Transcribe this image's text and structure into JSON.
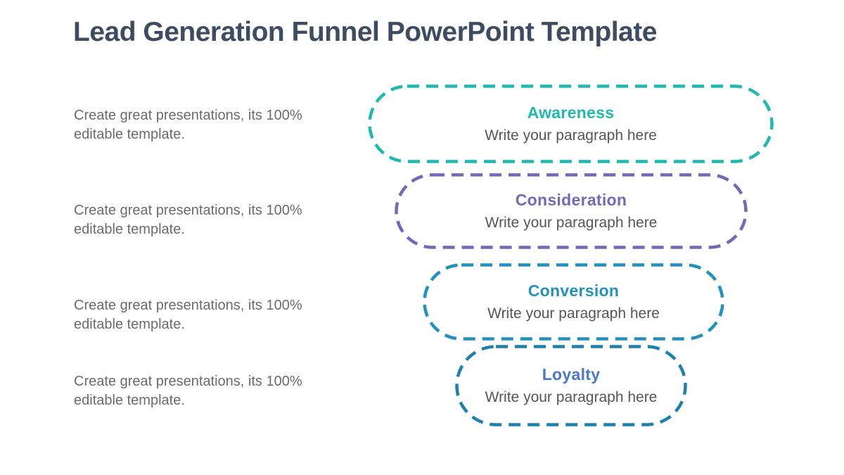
{
  "title": "Lead Generation Funnel PowerPoint Template",
  "title_color": "#3D4C61",
  "notes": [
    "Create great presentations, its 100% editable template.",
    "Create great presentations, its 100% editable template.",
    "Create great presentations, its 100% editable template.",
    "Create great presentations, its 100% editable template."
  ],
  "funnel": {
    "stages": [
      {
        "label": "Awareness",
        "description": "Write your paragraph here",
        "border_color": "#1FB9B1",
        "label_color": "#1FB9B1"
      },
      {
        "label": "Consideration",
        "description": "Write your paragraph here",
        "border_color": "#7667B8",
        "label_color": "#7667B8"
      },
      {
        "label": "Conversion",
        "description": "Write your paragraph here",
        "border_color": "#2191BE",
        "label_color": "#2191BE"
      },
      {
        "label": "Loyalty",
        "description": "Write your paragraph here",
        "border_color": "#1E81AD",
        "label_color": "#4A79C5"
      }
    ]
  }
}
